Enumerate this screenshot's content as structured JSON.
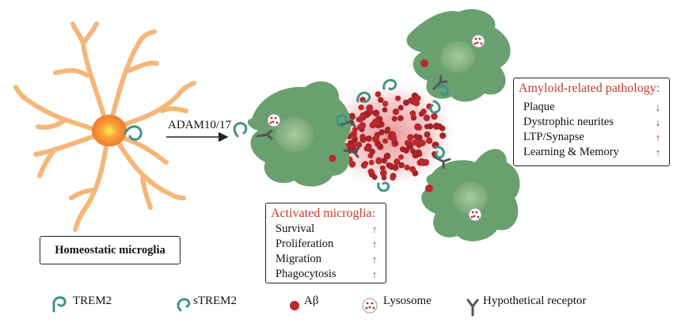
{
  "labels": {
    "enzyme": "ADAM10/17",
    "homeostatic": "Homeostatic microglia"
  },
  "activated_box": {
    "title": "Activated microglia:",
    "rows": [
      {
        "label": "Survival",
        "direction": "up"
      },
      {
        "label": "Proliferation",
        "direction": "up"
      },
      {
        "label": "Migration",
        "direction": "up"
      },
      {
        "label": "Phagocytosis",
        "direction": "up"
      }
    ]
  },
  "pathology_box": {
    "title": "Amyloid-related pathology:",
    "rows": [
      {
        "label": "Plaque",
        "direction": "down"
      },
      {
        "label": "Dystrophic neurites",
        "direction": "down"
      },
      {
        "label": "LTP/Synapse",
        "direction": "up"
      },
      {
        "label": "Learning & Memory",
        "direction": "up"
      }
    ]
  },
  "legend": [
    {
      "icon": "trem2-icon",
      "label": "TREM2"
    },
    {
      "icon": "strem2-icon",
      "label": "sTREM2"
    },
    {
      "icon": "abeta-icon",
      "label": "Aβ"
    },
    {
      "icon": "lysosome-icon",
      "label": "Lysosome"
    },
    {
      "icon": "receptor-icon",
      "label": "Hypothetical receptor"
    }
  ],
  "colors": {
    "homeostatic_cell": "#f6a25a",
    "activated_cell": "#6aa06f",
    "amyloid": "#b8282c",
    "teal": "#3f9385",
    "accent_red": "#c0392b"
  }
}
